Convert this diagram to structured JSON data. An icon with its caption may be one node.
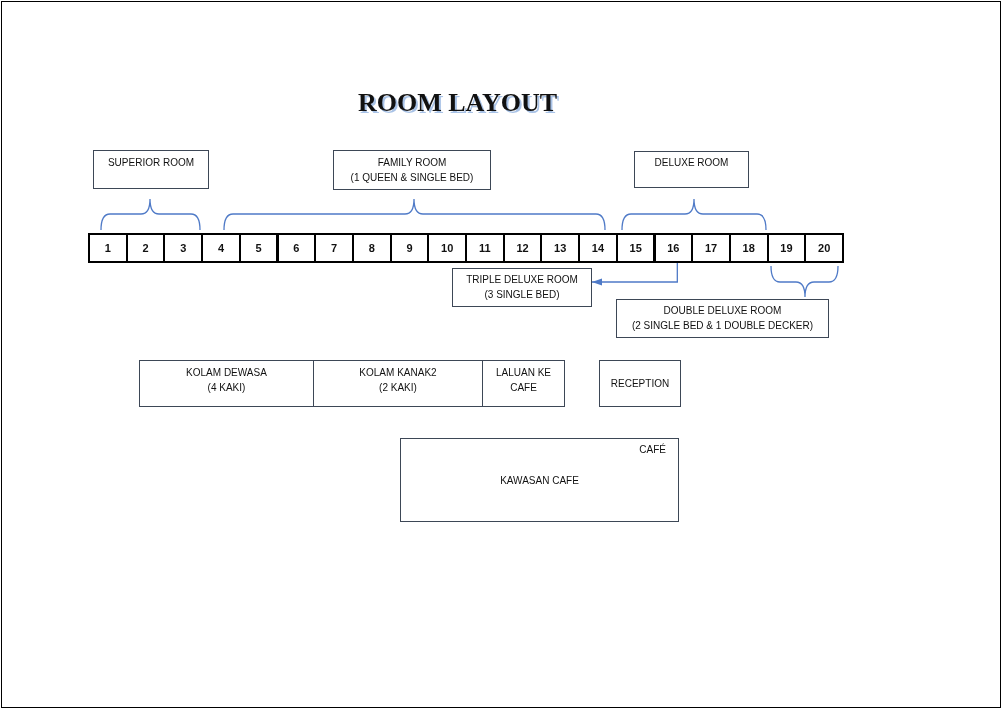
{
  "diagram": {
    "title": "ROOM LAYOUT",
    "nodes": [
      {
        "text": [
          "SUPERIOR ROOM"
        ]
      },
      {
        "text": [
          "FAMILY ROOM",
          "(1 QUEEN & SINGLE BED)"
        ]
      },
      {
        "text": [
          "DELUXE ROOM"
        ]
      },
      {
        "text": [
          "1"
        ]
      },
      {
        "text": [
          "2"
        ]
      },
      {
        "text": [
          "3"
        ]
      },
      {
        "text": [
          "4"
        ]
      },
      {
        "text": [
          "5"
        ]
      },
      {
        "text": [
          "6"
        ]
      },
      {
        "text": [
          "7"
        ]
      },
      {
        "text": [
          "8"
        ]
      },
      {
        "text": [
          "9"
        ]
      },
      {
        "text": [
          "10"
        ]
      },
      {
        "text": [
          "11"
        ]
      },
      {
        "text": [
          "12"
        ]
      },
      {
        "text": [
          "13"
        ]
      },
      {
        "text": [
          "14"
        ]
      },
      {
        "text": [
          "15"
        ]
      },
      {
        "text": [
          "16"
        ]
      },
      {
        "text": [
          "17"
        ]
      },
      {
        "text": [
          "18"
        ]
      },
      {
        "text": [
          "19"
        ]
      },
      {
        "text": [
          "20"
        ]
      },
      {
        "text": [
          "TRIPLE DELUXE ROOM",
          "(3 SINGLE BED)"
        ]
      },
      {
        "text": [
          "DOUBLE DELUXE ROOM",
          "(2 SINGLE BED & 1 DOUBLE DECKER)"
        ]
      },
      {
        "text": [
          "KOLAM DEWASA",
          "(4 KAKI)"
        ]
      },
      {
        "text": [
          "KOLAM KANAK2",
          "(2 KAKI)"
        ]
      },
      {
        "text": [
          "LALUAN KE CAFE"
        ]
      },
      {
        "text": [
          "RECEPTION"
        ]
      },
      {
        "text": [
          "CAFÉ",
          "KAWASAN CAFE"
        ]
      }
    ],
    "edges": [
      {
        "from": 18,
        "to": 23,
        "arrow": "to"
      }
    ]
  }
}
